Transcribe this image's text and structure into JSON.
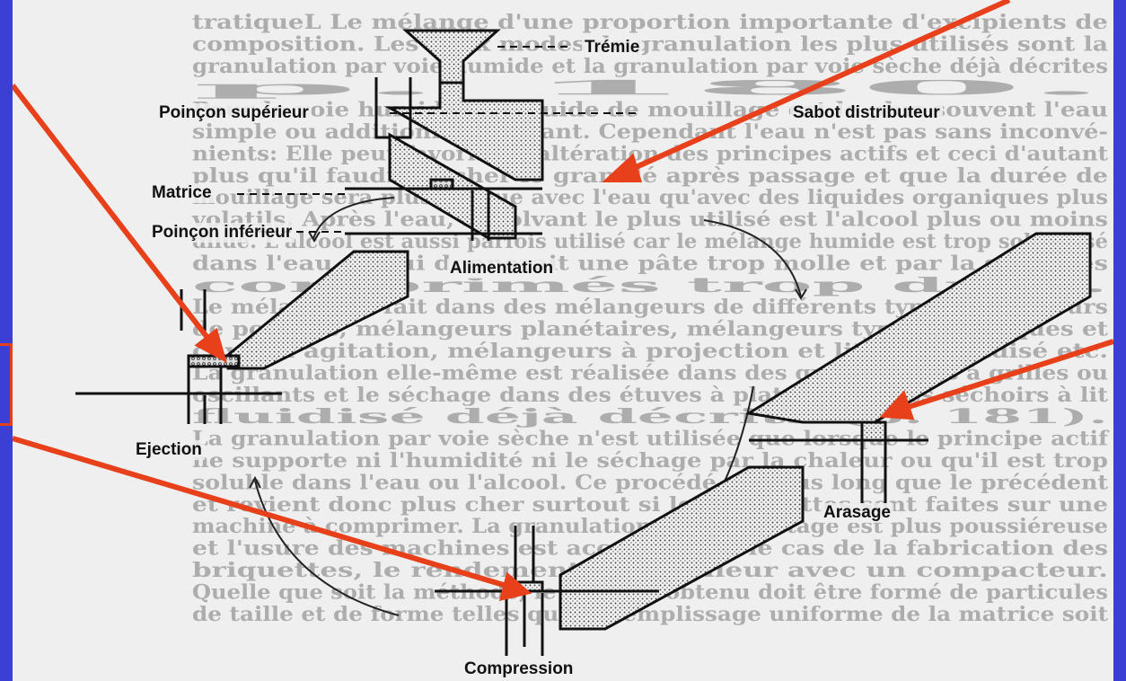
{
  "diagram": {
    "labels": {
      "tremie": "Trémie",
      "sabot": "Sabot distributeur",
      "poincon_superieur": "Poinçon supérieur",
      "matrice": "Matrice",
      "poincon_inferieur": "Poinçon inférieur",
      "alimentation": "Alimentation",
      "ejection": "Ejection",
      "arasage": "Arasage",
      "compression": "Compression"
    },
    "background_text": [
      "tratiqueL Le mélange d'une proportion importante d'excipients de",
      "composition. Les deux modes de granulation les plus utilisés sont la",
      "granulation par voie humide et la granulation par voie sèche déjà décrites",
      "p. 180.",
      "Pour la voie humide, le liquide de mouillage est le plus souvent l'eau",
      "simple ou additionnée de liant. Cependant l'eau n'est pas sans inconvé-",
      "nients: Elle peut favoriser l'altération des principes actifs et ceci d'autant",
      "plus qu'il faudra sécher le granulé après passage et que la durée de",
      "mouillage sera plus longue avec l'eau qu'avec des liquides organiques plus",
      "volatils. Après l'eau, le solvant le plus utilisé est l'alcool plus ou moins",
      "dilué. L'alcool est aussi parfois utilisé car le mélange humide est trop solubilisé",
      "dans l'eau ce qui donnerait une pâte trop molle et par la suite des",
      "comprimés trop durs.",
      "Le mélange se fait dans des mélangeurs de différents types : malaxeurs",
      "de poudres, mélangeurs planétaires, mélangeurs types biconiques et",
      "cuves à agitation, mélangeurs à projection et lit d'air fluidisé etc.",
      "La granulation elle-même est réalisée dans des granulateurs à grilles ou",
      "oscillants et le séchage dans des étuves à plateaux ou des séchoirs à lit",
      "fluidisé déjà décrits (p. 181).",
      "La granulation par voie sèche n'est utilisée que lorsque le principe actif",
      "ne supporte ni l'humidité ni le séchage par la chaleur ou qu'il est trop",
      "soluble dans l'eau ou l'alcool. Ce procédé est plus long que le précédent",
      "et revient donc plus cher surtout si les briquettes sont faites sur une",
      "machine à comprimer. La granulation par briquetage est plus poussiéreuse",
      "et l'usure des machines est accrue. Dans le cas de la fabrication des",
      "briquettes, le rendement est meilleur avec un compacteur.",
      "Quelle que soit la méthode, le granulé obtenu doit être formé de particules",
      "de taille et de forme telles que le remplissage uniforme de la matrice soit"
    ],
    "arrows_color": "#e8401a",
    "background_color": "#3c3fd4"
  }
}
